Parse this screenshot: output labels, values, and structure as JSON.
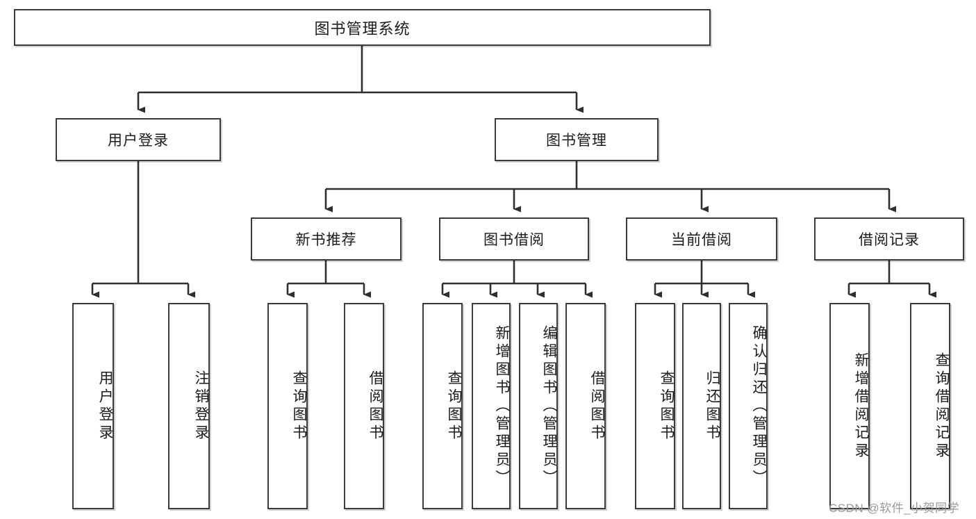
{
  "diagram": {
    "title": "图书管理系统",
    "type": "tree-hierarchy-chart",
    "orientation": "top-down",
    "colors": {
      "box_border": "#3a3a3a",
      "box_fill": "#ffffff",
      "connector": "#2f2f2f",
      "text": "#1b1b1b",
      "watermark": "#9a9a9a"
    }
  },
  "root": {
    "label": "图书管理系统"
  },
  "level2": [
    {
      "label": "用户登录"
    },
    {
      "label": "图书管理"
    }
  ],
  "level3": [
    {
      "label": "新书推荐"
    },
    {
      "label": "图书借阅"
    },
    {
      "label": "当前借阅"
    },
    {
      "label": "借阅记录"
    }
  ],
  "leaves": {
    "user_login": [
      {
        "label": "用户登录"
      },
      {
        "label": "注销登录"
      }
    ],
    "new_book_recommend": [
      {
        "label": "查询图书"
      },
      {
        "label": "借阅图书"
      }
    ],
    "book_borrow": [
      {
        "label": "查询图书"
      },
      {
        "label": "新增图书（管理员）"
      },
      {
        "label": "编辑图书（管理员）"
      },
      {
        "label": "借阅图书"
      }
    ],
    "current_borrow": [
      {
        "label": "查询图书"
      },
      {
        "label": "归还图书"
      },
      {
        "label": "确认归还（管理员）"
      }
    ],
    "borrow_record": [
      {
        "label": "新增借阅记录"
      },
      {
        "label": "查询借阅记录"
      }
    ]
  },
  "watermark": {
    "text": "CSDN @软件_小贺同学"
  }
}
